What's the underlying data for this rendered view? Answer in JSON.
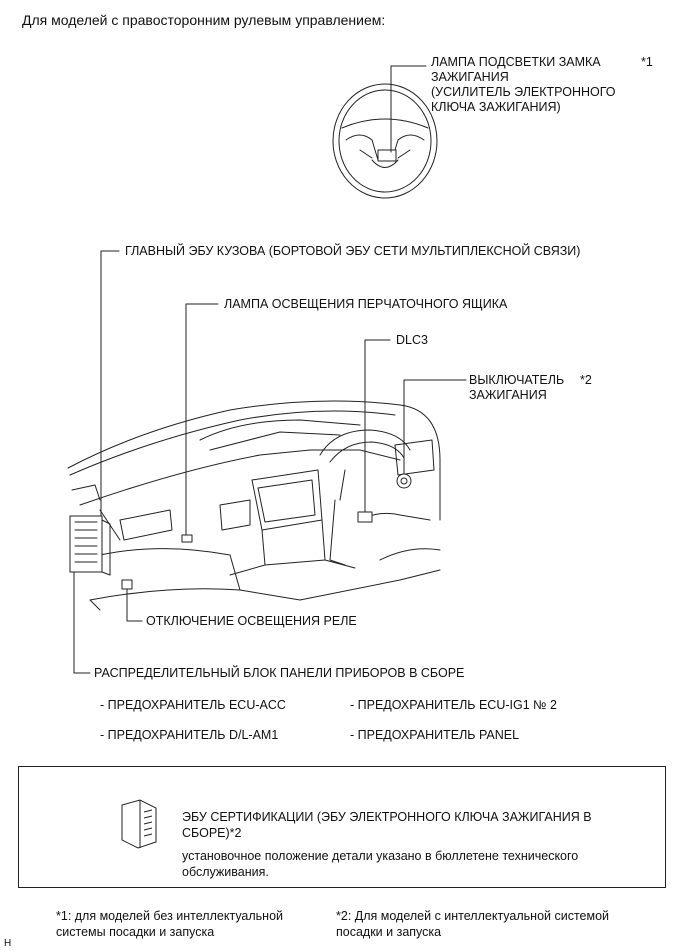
{
  "heading": "Для моделей с правосторонним рулевым управлением:",
  "labels": {
    "lamp_line1": "ЛАМПА ПОДСВЕТКИ ЗАМКА",
    "lamp_line2": "ЗАЖИГАНИЯ",
    "lamp_line3": "(УСИЛИТЕЛЬ ЭЛЕКТРОННОГО",
    "lamp_line4": "КЛЮЧА ЗАЖИГАНИЯ)",
    "lamp_mark": "*1",
    "main_ecu": "ГЛАВНЫЙ ЭБУ КУЗОВА (БОРТОВОЙ ЭБУ СЕТИ МУЛЬТИПЛЕКСНОЙ СВЯЗИ)",
    "glovebox_lamp": "ЛАМПА ОСВЕЩЕНИЯ ПЕРЧАТОЧНОГО ЯЩИКА",
    "dlc3": "DLC3",
    "ignition_line1": "ВЫКЛЮЧАТЕЛЬ",
    "ignition_line2": "ЗАЖИГАНИЯ",
    "ignition_mark": "*2",
    "relay": "ОТКЛЮЧЕНИЕ ОСВЕЩЕНИЯ  РЕЛЕ",
    "junction_block": "РАСПРЕДЕЛИТЕЛЬНЫЙ БЛОК ПАНЕЛИ ПРИБОРОВ В СБОРЕ"
  },
  "fuses": [
    "- ПРЕДОХРАНИТЕЛЬ ECU-ACC",
    "- ПРЕДОХРАНИТЕЛЬ ECU-IG1 № 2",
    "- ПРЕДОХРАНИТЕЛЬ D/L-AM1",
    "- ПРЕДОХРАНИТЕЛЬ PANEL"
  ],
  "box": {
    "title_line1": "ЭБУ СЕРТИФИКАЦИИ (ЭБУ ЭЛЕКТРОННОГО КЛЮЧА ЗАЖИГАНИЯ В",
    "title_line2": "СБОРЕ)*2",
    "note_line1": "установочное положение детали указано в бюллетене технического",
    "note_line2": "обслуживания."
  },
  "footnotes": {
    "fn1_line1": "*1: для моделей без интеллектуальной",
    "fn1_line2": "системы посадки и запуска",
    "fn2_line1": "*2: Для моделей с интеллектуальной системой",
    "fn2_line2": "посадки и запуска"
  },
  "corner_mark": "H"
}
